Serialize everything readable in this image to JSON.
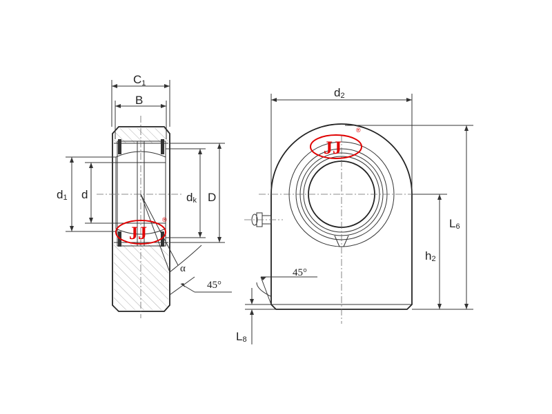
{
  "labels": {
    "c1_main": "C",
    "c1_sub": "1",
    "b": "B",
    "d1_main": "d",
    "d1_sub": "1",
    "d": "d",
    "dk_main": "d",
    "dk_sub": "k",
    "D": "D",
    "alpha": "α",
    "deg45_left": "45°",
    "d2_main": "d",
    "d2_sub": "2",
    "l6_main": "L",
    "l6_sub": "6",
    "h2_main": "h",
    "h2_sub": "2",
    "deg45_right": "45°",
    "l8_main": "L",
    "l8_sub": "8"
  },
  "logo": {
    "text": "JJ",
    "registered": "®",
    "color": "#e00000"
  }
}
